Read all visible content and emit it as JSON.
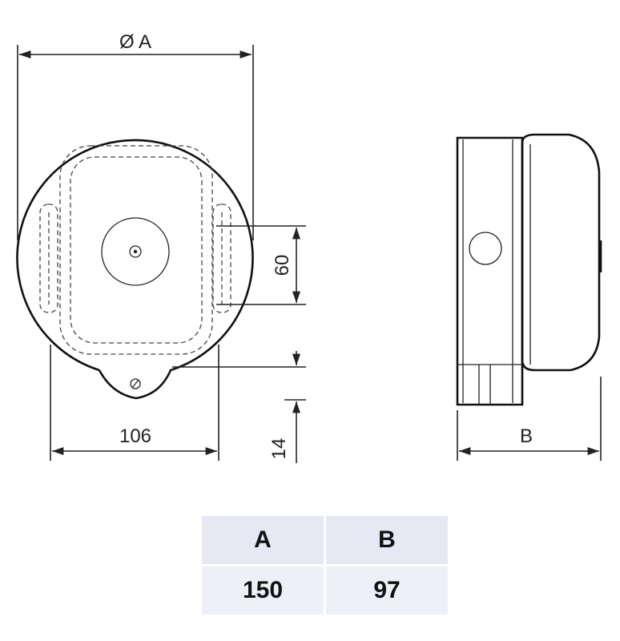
{
  "labels": {
    "diameter_a": "Ø A",
    "width_106": "106",
    "height_60": "60",
    "offset_14": "14",
    "depth_b": "B"
  },
  "table": {
    "headers": [
      "A",
      "B"
    ],
    "values": [
      "150",
      "97"
    ]
  },
  "colors": {
    "line": "#222222",
    "table_header_bg": "#e6e9f3",
    "table_value_bg": "#eef0f7"
  }
}
